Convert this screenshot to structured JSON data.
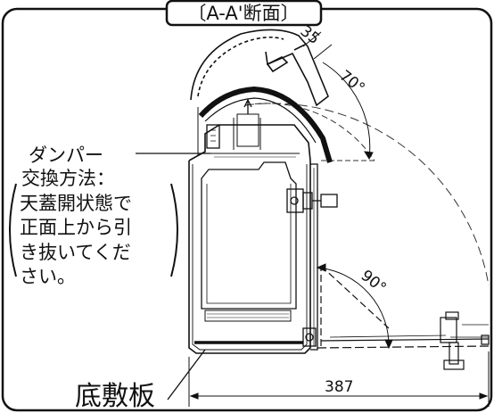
{
  "section_title": "〔A-A'断面〕",
  "damper_note": {
    "lines": [
      "ダンパー",
      "交換方法：",
      "天蓋開状態で",
      "正面上から引",
      "き抜いてくだ",
      "さい。"
    ]
  },
  "base_plate_label": "底敷板",
  "dimensions": {
    "depth": "387",
    "lid_thickness": "35",
    "lid_angle": "70°",
    "door_angle": "90°"
  }
}
